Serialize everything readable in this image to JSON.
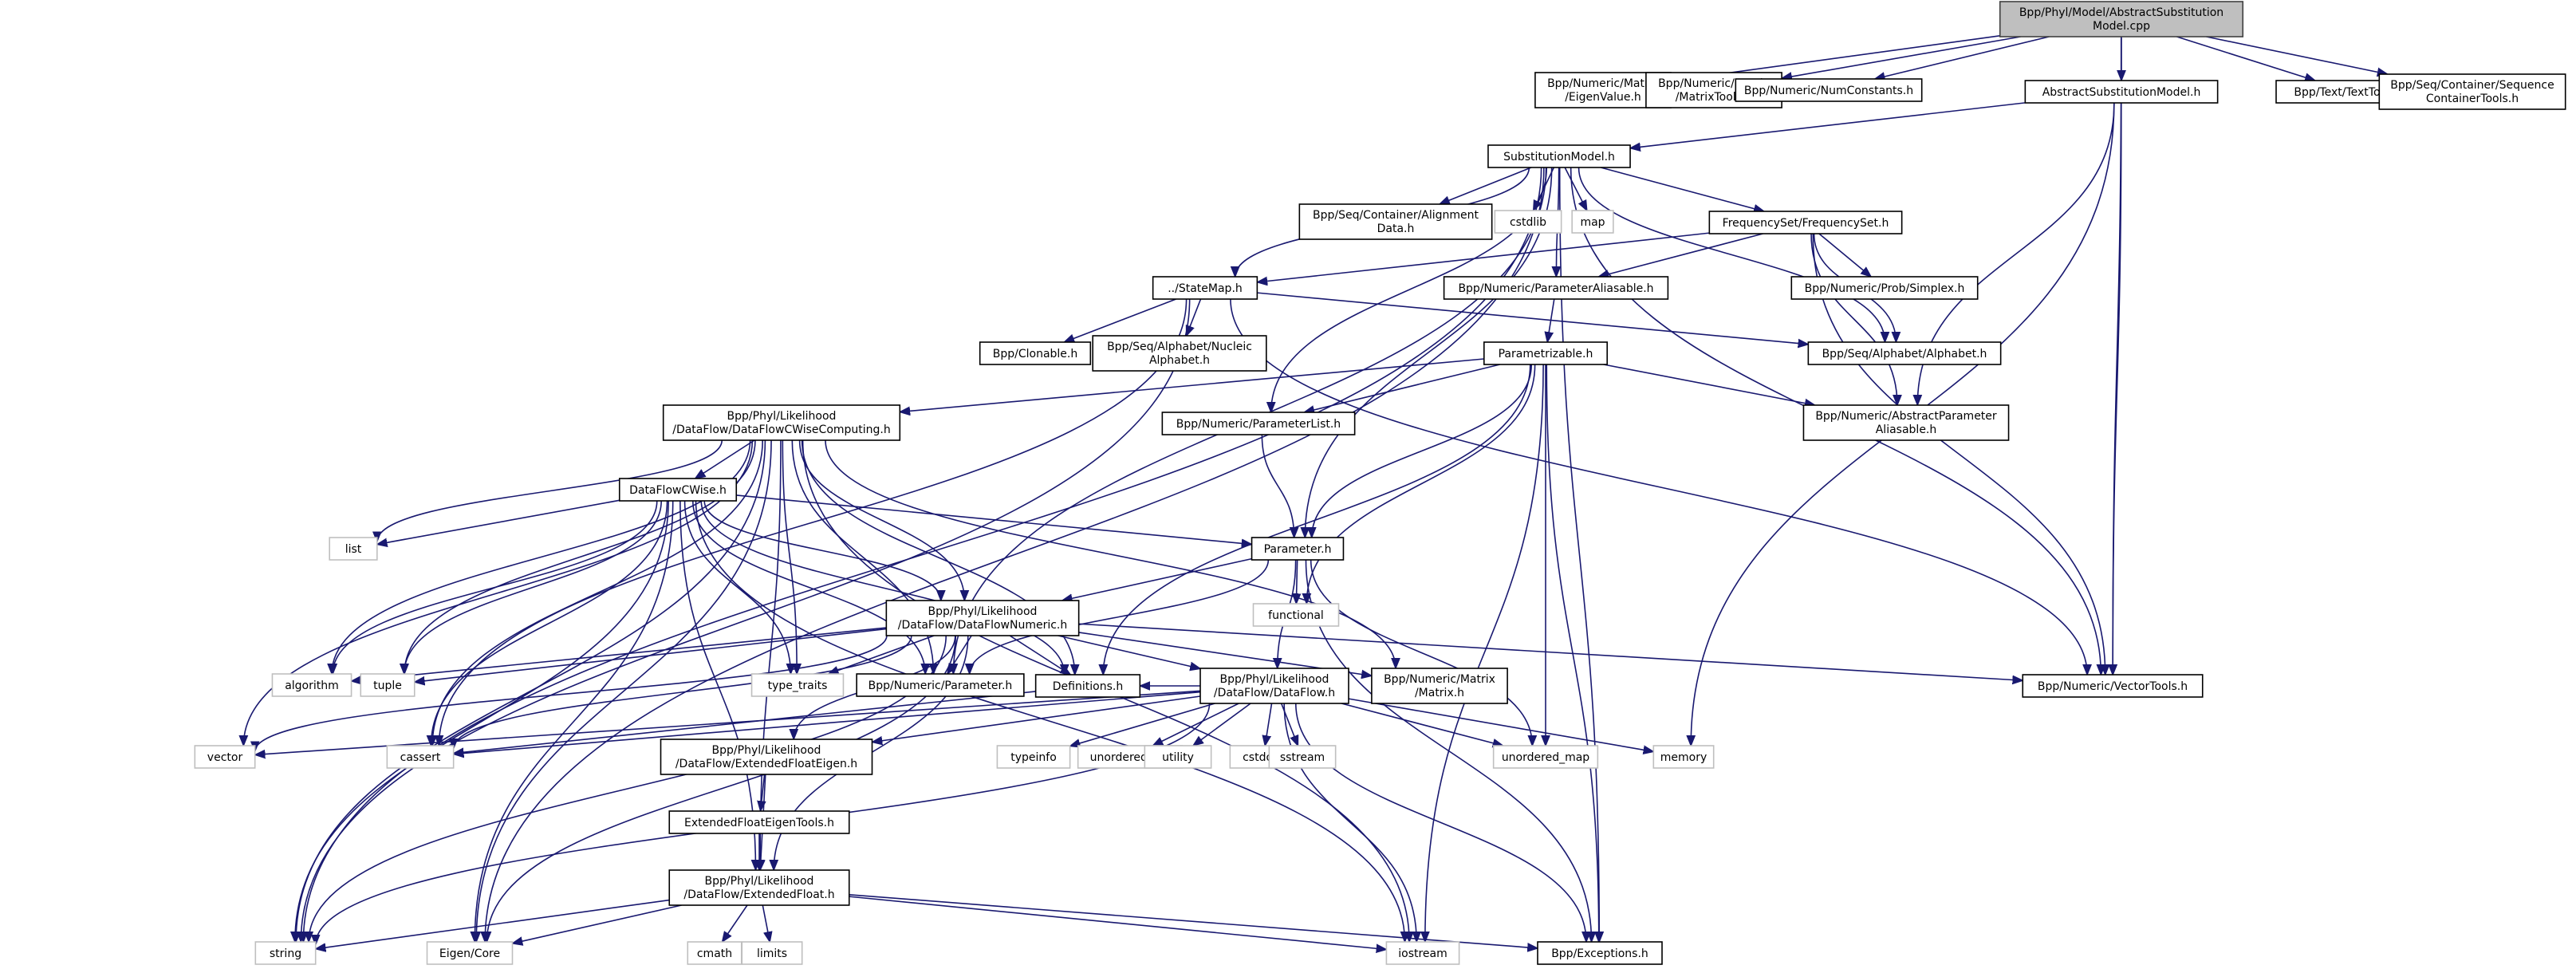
{
  "title": "Include dependency graph for AbstractSubstitutionModel.cpp",
  "colors": {
    "edge": "#191970",
    "root_fill": "#bfbfbf",
    "project_border": "#000000",
    "system_border": "#bfbfbf"
  },
  "nodes": [
    {
      "id": "root",
      "label": [
        "Bpp/Phyl/Model/AbstractSubstitution",
        "Model.cpp"
      ],
      "kind": "root"
    },
    {
      "id": "eigenvalue",
      "label": [
        "Bpp/Numeric/Matrix",
        "/EigenValue.h"
      ],
      "kind": "project"
    },
    {
      "id": "matrixtools",
      "label": [
        "Bpp/Numeric/Matrix",
        "/MatrixTools.h"
      ],
      "kind": "project"
    },
    {
      "id": "numconstants",
      "label": [
        "Bpp/Numeric/NumConstants.h"
      ],
      "kind": "project"
    },
    {
      "id": "abssubmodel",
      "label": [
        "AbstractSubstitutionModel.h"
      ],
      "kind": "project"
    },
    {
      "id": "texttools",
      "label": [
        "Bpp/Text/TextTools.h"
      ],
      "kind": "project"
    },
    {
      "id": "seqcontainertools",
      "label": [
        "Bpp/Seq/Container/Sequence",
        "ContainerTools.h"
      ],
      "kind": "project"
    },
    {
      "id": "submodel",
      "label": [
        "SubstitutionModel.h"
      ],
      "kind": "project"
    },
    {
      "id": "alignmentdata",
      "label": [
        "Bpp/Seq/Container/Alignment",
        "Data.h"
      ],
      "kind": "project"
    },
    {
      "id": "cstdlib",
      "label": [
        "cstdlib"
      ],
      "kind": "system"
    },
    {
      "id": "map",
      "label": [
        "map"
      ],
      "kind": "system"
    },
    {
      "id": "freqset",
      "label": [
        "FrequencySet/FrequencySet.h"
      ],
      "kind": "project"
    },
    {
      "id": "statemap",
      "label": [
        "../StateMap.h"
      ],
      "kind": "project"
    },
    {
      "id": "paramaliasable",
      "label": [
        "Bpp/Numeric/ParameterAliasable.h"
      ],
      "kind": "project"
    },
    {
      "id": "simplex",
      "label": [
        "Bpp/Numeric/Prob/Simplex.h"
      ],
      "kind": "project"
    },
    {
      "id": "clonable",
      "label": [
        "Bpp/Clonable.h"
      ],
      "kind": "project"
    },
    {
      "id": "nucleicalphabet",
      "label": [
        "Bpp/Seq/Alphabet/Nucleic",
        "Alphabet.h"
      ],
      "kind": "project"
    },
    {
      "id": "alphabet",
      "label": [
        "Bpp/Seq/Alphabet/Alphabet.h"
      ],
      "kind": "project"
    },
    {
      "id": "parametrizable",
      "label": [
        "Parametrizable.h"
      ],
      "kind": "project"
    },
    {
      "id": "dfcwisecomputing",
      "label": [
        "Bpp/Phyl/Likelihood",
        "/DataFlow/DataFlowCWiseComputing.h"
      ],
      "kind": "project"
    },
    {
      "id": "paramlist",
      "label": [
        "Bpp/Numeric/ParameterList.h"
      ],
      "kind": "project"
    },
    {
      "id": "absparamaliasable",
      "label": [
        "Bpp/Numeric/AbstractParameter",
        "Aliasable.h"
      ],
      "kind": "project"
    },
    {
      "id": "dfcwise",
      "label": [
        "DataFlowCWise.h"
      ],
      "kind": "project"
    },
    {
      "id": "list",
      "label": [
        "list"
      ],
      "kind": "system"
    },
    {
      "id": "parameter",
      "label": [
        "Parameter.h"
      ],
      "kind": "project"
    },
    {
      "id": "functional",
      "label": [
        "functional"
      ],
      "kind": "system"
    },
    {
      "id": "dfnumeric",
      "label": [
        "Bpp/Phyl/Likelihood",
        "/DataFlow/DataFlowNumeric.h"
      ],
      "kind": "project"
    },
    {
      "id": "algorithm",
      "label": [
        "algorithm"
      ],
      "kind": "system"
    },
    {
      "id": "tuple",
      "label": [
        "tuple"
      ],
      "kind": "system"
    },
    {
      "id": "numparameter",
      "label": [
        "Bpp/Numeric/Parameter.h"
      ],
      "kind": "project"
    },
    {
      "id": "typetraits",
      "label": [
        "type_traits"
      ],
      "kind": "system"
    },
    {
      "id": "definitions",
      "label": [
        "Definitions.h"
      ],
      "kind": "project"
    },
    {
      "id": "dataflow",
      "label": [
        "Bpp/Phyl/Likelihood",
        "/DataFlow/DataFlow.h"
      ],
      "kind": "project"
    },
    {
      "id": "matrix",
      "label": [
        "Bpp/Numeric/Matrix",
        "/Matrix.h"
      ],
      "kind": "project"
    },
    {
      "id": "vectortools",
      "label": [
        "Bpp/Numeric/VectorTools.h"
      ],
      "kind": "project"
    },
    {
      "id": "vector",
      "label": [
        "vector"
      ],
      "kind": "system"
    },
    {
      "id": "cassert",
      "label": [
        "cassert"
      ],
      "kind": "system"
    },
    {
      "id": "extfloateigen",
      "label": [
        "Bpp/Phyl/Likelihood",
        "/DataFlow/ExtendedFloatEigen.h"
      ],
      "kind": "project"
    },
    {
      "id": "typeinfo",
      "label": [
        "typeinfo"
      ],
      "kind": "system"
    },
    {
      "id": "unorderedset",
      "label": [
        "unordered_set"
      ],
      "kind": "system"
    },
    {
      "id": "utility",
      "label": [
        "utility"
      ],
      "kind": "system"
    },
    {
      "id": "cstddef",
      "label": [
        "cstddef"
      ],
      "kind": "system"
    },
    {
      "id": "sstream",
      "label": [
        "sstream"
      ],
      "kind": "system"
    },
    {
      "id": "unorderedmap",
      "label": [
        "unordered_map"
      ],
      "kind": "system"
    },
    {
      "id": "memory",
      "label": [
        "memory"
      ],
      "kind": "system"
    },
    {
      "id": "extfloateigentools",
      "label": [
        "ExtendedFloatEigenTools.h"
      ],
      "kind": "project"
    },
    {
      "id": "extfloat",
      "label": [
        "Bpp/Phyl/Likelihood",
        "/DataFlow/ExtendedFloat.h"
      ],
      "kind": "project"
    },
    {
      "id": "string",
      "label": [
        "string"
      ],
      "kind": "system"
    },
    {
      "id": "eigencore",
      "label": [
        "Eigen/Core"
      ],
      "kind": "system"
    },
    {
      "id": "cmath",
      "label": [
        "cmath"
      ],
      "kind": "system"
    },
    {
      "id": "limits",
      "label": [
        "limits"
      ],
      "kind": "system"
    },
    {
      "id": "iostream",
      "label": [
        "iostream"
      ],
      "kind": "system"
    },
    {
      "id": "exceptions",
      "label": [
        "Bpp/Exceptions.h"
      ],
      "kind": "project"
    }
  ],
  "edges": [
    [
      "root",
      "eigenvalue"
    ],
    [
      "root",
      "matrixtools"
    ],
    [
      "root",
      "numconstants"
    ],
    [
      "root",
      "abssubmodel"
    ],
    [
      "root",
      "texttools"
    ],
    [
      "root",
      "seqcontainertools"
    ],
    [
      "root",
      "vectortools"
    ],
    [
      "abssubmodel",
      "submodel"
    ],
    [
      "abssubmodel",
      "memory"
    ],
    [
      "abssubmodel",
      "absparamaliasable"
    ],
    [
      "abssubmodel",
      "vectortools"
    ],
    [
      "submodel",
      "alignmentdata"
    ],
    [
      "submodel",
      "cstdlib"
    ],
    [
      "submodel",
      "map"
    ],
    [
      "submodel",
      "freqset"
    ],
    [
      "submodel",
      "statemap"
    ],
    [
      "submodel",
      "paramaliasable"
    ],
    [
      "submodel",
      "paramlist"
    ],
    [
      "submodel",
      "alphabet"
    ],
    [
      "submodel",
      "vectortools"
    ],
    [
      "submodel",
      "exceptions"
    ],
    [
      "submodel",
      "string"
    ],
    [
      "submodel",
      "eigencore"
    ],
    [
      "submodel",
      "numparameter"
    ],
    [
      "submodel",
      "parameter"
    ],
    [
      "freqset",
      "statemap"
    ],
    [
      "freqset",
      "paramaliasable"
    ],
    [
      "freqset",
      "simplex"
    ],
    [
      "freqset",
      "alphabet"
    ],
    [
      "freqset",
      "absparamaliasable"
    ],
    [
      "freqset",
      "vectortools"
    ],
    [
      "statemap",
      "clonable"
    ],
    [
      "statemap",
      "nucleicalphabet"
    ],
    [
      "statemap",
      "alphabet"
    ],
    [
      "statemap",
      "vectortools"
    ],
    [
      "statemap",
      "string"
    ],
    [
      "statemap",
      "cassert"
    ],
    [
      "paramaliasable",
      "parametrizable"
    ],
    [
      "parametrizable",
      "dfcwisecomputing"
    ],
    [
      "parametrizable",
      "paramlist"
    ],
    [
      "parametrizable",
      "absparamaliasable"
    ],
    [
      "parametrizable",
      "parameter"
    ],
    [
      "parametrizable",
      "functional"
    ],
    [
      "parametrizable",
      "definitions"
    ],
    [
      "parametrizable",
      "unorderedmap"
    ],
    [
      "parametrizable",
      "iostream"
    ],
    [
      "parametrizable",
      "exceptions"
    ],
    [
      "paramlist",
      "parameter"
    ],
    [
      "dfcwisecomputing",
      "dfcwise"
    ],
    [
      "dfcwisecomputing",
      "list"
    ],
    [
      "dfcwisecomputing",
      "dfnumeric"
    ],
    [
      "dfcwisecomputing",
      "algorithm"
    ],
    [
      "dfcwisecomputing",
      "tuple"
    ],
    [
      "dfcwisecomputing",
      "numparameter"
    ],
    [
      "dfcwisecomputing",
      "typetraits"
    ],
    [
      "dfcwisecomputing",
      "definitions"
    ],
    [
      "dfcwisecomputing",
      "matrix"
    ],
    [
      "dfcwisecomputing",
      "vector"
    ],
    [
      "dfcwisecomputing",
      "cassert"
    ],
    [
      "dfcwisecomputing",
      "string"
    ],
    [
      "dfcwisecomputing",
      "eigencore"
    ],
    [
      "dfcwisecomputing",
      "extfloat"
    ],
    [
      "dfcwisecomputing",
      "iostream"
    ],
    [
      "dfcwise",
      "list"
    ],
    [
      "dfcwise",
      "parameter"
    ],
    [
      "dfcwise",
      "dfnumeric"
    ],
    [
      "dfcwise",
      "algorithm"
    ],
    [
      "dfcwise",
      "tuple"
    ],
    [
      "dfcwise",
      "numparameter"
    ],
    [
      "dfcwise",
      "typetraits"
    ],
    [
      "dfcwise",
      "definitions"
    ],
    [
      "dfcwise",
      "cassert"
    ],
    [
      "dfcwise",
      "string"
    ],
    [
      "dfcwise",
      "eigencore"
    ],
    [
      "dfcwise",
      "extfloat"
    ],
    [
      "dfcwise",
      "iostream"
    ],
    [
      "parameter",
      "functional"
    ],
    [
      "parameter",
      "dataflow"
    ],
    [
      "parameter",
      "numparameter"
    ],
    [
      "parameter",
      "dfnumeric"
    ],
    [
      "parameter",
      "unorderedmap"
    ],
    [
      "parameter",
      "exceptions"
    ],
    [
      "dfnumeric",
      "dataflow"
    ],
    [
      "dfnumeric",
      "definitions"
    ],
    [
      "dfnumeric",
      "matrix"
    ],
    [
      "dfnumeric",
      "vectortools"
    ],
    [
      "dfnumeric",
      "algorithm"
    ],
    [
      "dfnumeric",
      "tuple"
    ],
    [
      "dfnumeric",
      "numparameter"
    ],
    [
      "dfnumeric",
      "typetraits"
    ],
    [
      "dfnumeric",
      "extfloateigen"
    ],
    [
      "dfnumeric",
      "cassert"
    ],
    [
      "dfnumeric",
      "string"
    ],
    [
      "dfnumeric",
      "eigencore"
    ],
    [
      "dfnumeric",
      "extfloat"
    ],
    [
      "dfnumeric",
      "vector"
    ],
    [
      "dataflow",
      "typeinfo"
    ],
    [
      "dataflow",
      "unorderedset"
    ],
    [
      "dataflow",
      "utility"
    ],
    [
      "dataflow",
      "cstddef"
    ],
    [
      "dataflow",
      "sstream"
    ],
    [
      "dataflow",
      "unorderedmap"
    ],
    [
      "dataflow",
      "memory"
    ],
    [
      "dataflow",
      "definitions"
    ],
    [
      "dataflow",
      "exceptions"
    ],
    [
      "dataflow",
      "iostream"
    ],
    [
      "dataflow",
      "string"
    ],
    [
      "dataflow",
      "cassert"
    ],
    [
      "dataflow",
      "vector"
    ],
    [
      "dataflow",
      "extfloateigen"
    ],
    [
      "definitions",
      "cassert"
    ],
    [
      "extfloateigen",
      "extfloateigentools"
    ],
    [
      "extfloateigen",
      "extfloat"
    ],
    [
      "extfloateigentools",
      "extfloat"
    ],
    [
      "extfloat",
      "string"
    ],
    [
      "extfloat",
      "eigencore"
    ],
    [
      "extfloat",
      "cmath"
    ],
    [
      "extfloat",
      "limits"
    ],
    [
      "extfloat",
      "iostream"
    ],
    [
      "extfloat",
      "exceptions"
    ]
  ]
}
